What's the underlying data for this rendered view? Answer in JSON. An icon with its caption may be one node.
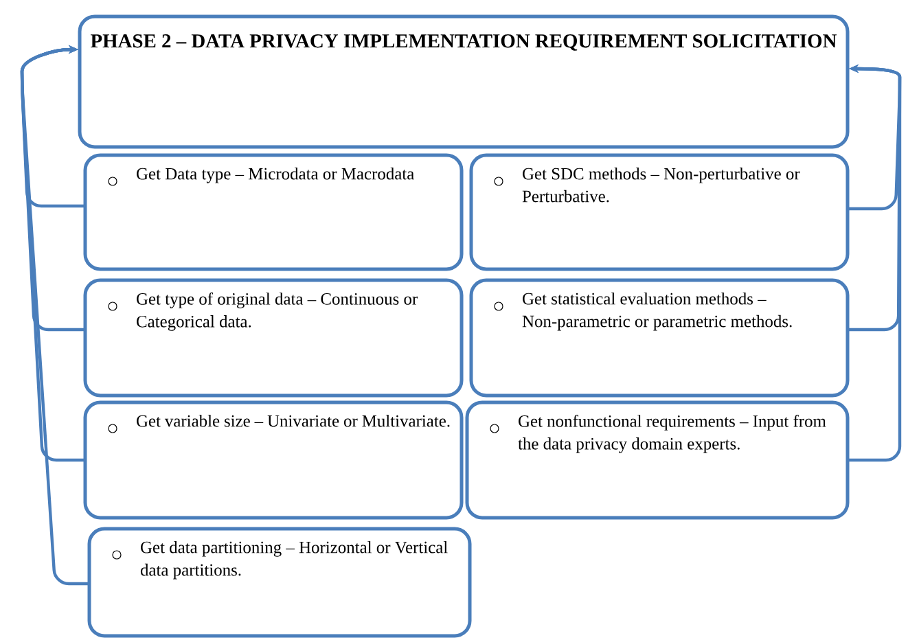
{
  "diagram": {
    "nodes": [
      {
        "text": [
          "PHASE 2 – DATA PRIVACY IMPLEMENTATION REQUIREMENT SOLICITATION"
        ]
      },
      {
        "text": [
          "Get Data type – Microdata or Macrodata"
        ]
      },
      {
        "text": [
          "Get SDC methods – Non-perturbative or Perturbative."
        ]
      },
      {
        "text": [
          "Get type of original data – Continuous or Categorical data."
        ]
      },
      {
        "text": [
          "Get statistical evaluation methods – Non-parametric or parametric methods."
        ]
      },
      {
        "text": [
          "Get variable size – Univariate or Multivariate."
        ]
      },
      {
        "text": [
          "Get nonfunctional requirements – Input from the data privacy domain experts."
        ]
      },
      {
        "text": [
          "Get data partitioning – Horizontal or Vertical data partitions."
        ]
      }
    ],
    "edges": [
      {
        "from": 1,
        "to": 0,
        "arrow": "to"
      },
      {
        "from": 3,
        "to": 0,
        "arrow": "to"
      },
      {
        "from": 5,
        "to": 0,
        "arrow": "to"
      },
      {
        "from": 7,
        "to": 0,
        "arrow": "to"
      },
      {
        "from": 2,
        "to": 0,
        "arrow": "to"
      },
      {
        "from": 4,
        "to": 0,
        "arrow": "to"
      },
      {
        "from": 6,
        "to": 0,
        "arrow": "to"
      }
    ]
  }
}
